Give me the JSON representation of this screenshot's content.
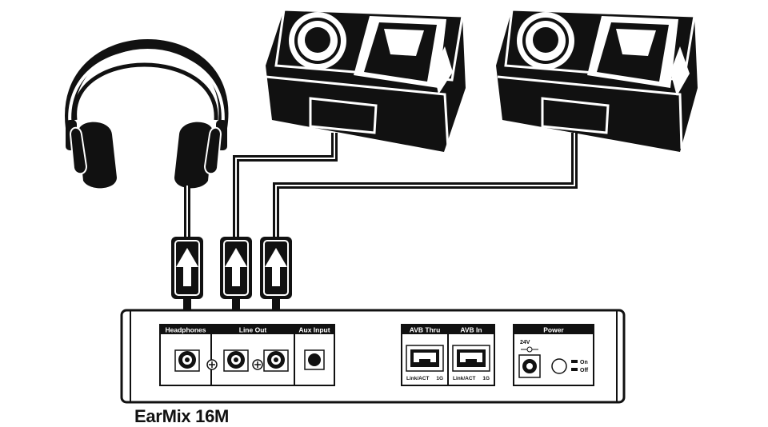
{
  "device": {
    "model_name": "EarMix 16M",
    "sections": {
      "headphones": "Headphones",
      "line_out": "Line Out",
      "aux_input": "Aux Input",
      "avb_thru": "AVB Thru",
      "avb_in": "AVB In",
      "power": "Power"
    },
    "port_labels": {
      "link_act": "Link/ACT",
      "speed": "1G",
      "voltage": "24V",
      "on": "On",
      "off": "Off"
    }
  },
  "colors": {
    "ink": "#111111",
    "panel": "#ffffff",
    "plug": "#1a1a1a"
  }
}
